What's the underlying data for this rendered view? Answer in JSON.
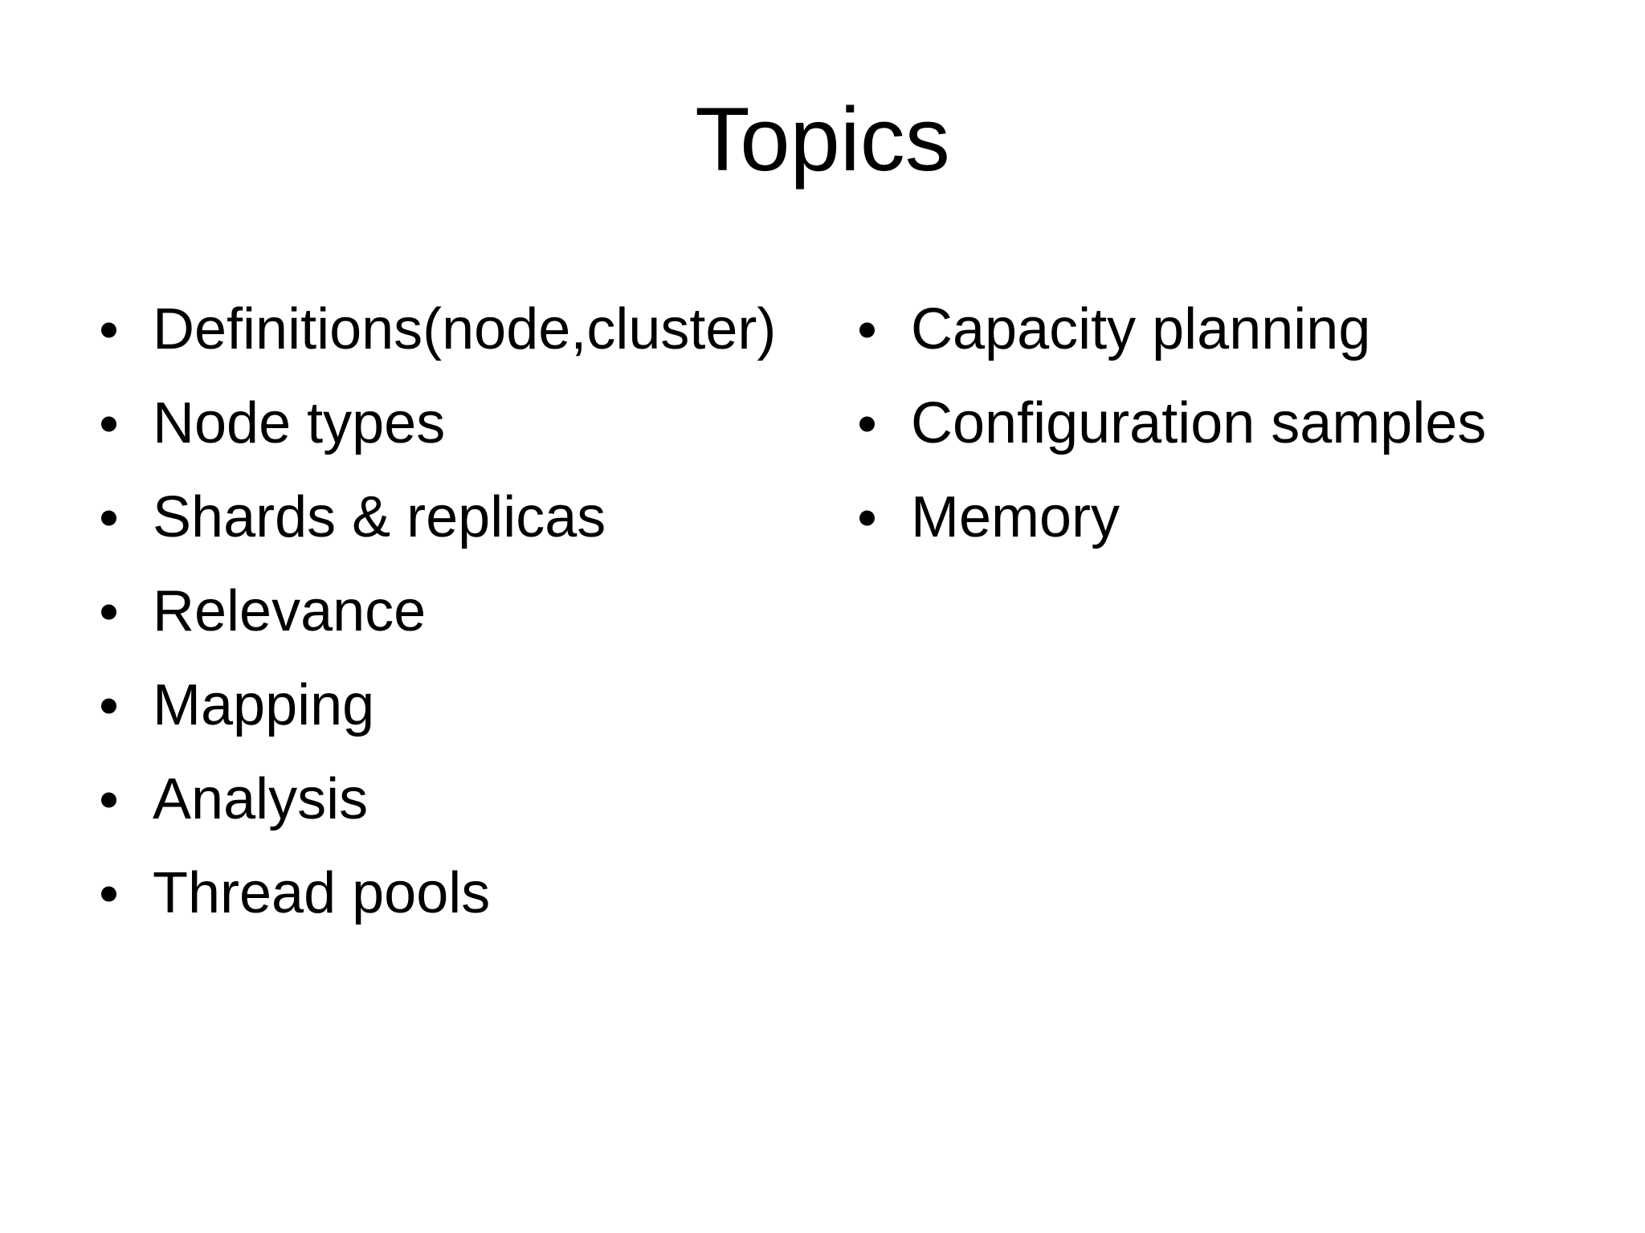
{
  "slide": {
    "title": "Topics",
    "background_color": "#ffffff",
    "text_color": "#000000",
    "bullet_glyph": "round-bullet",
    "columns": [
      {
        "name": "left-column",
        "items": [
          {
            "label": "Definitions(node,cluster)"
          },
          {
            "label": "Node types"
          },
          {
            "label": "Shards & replicas"
          },
          {
            "label": "Relevance"
          },
          {
            "label": "Mapping"
          },
          {
            "label": "Analysis"
          },
          {
            "label": "Thread pools"
          }
        ]
      },
      {
        "name": "right-column",
        "items": [
          {
            "label": "Capacity planning"
          },
          {
            "label": "Configuration samples"
          },
          {
            "label": "Memory"
          }
        ]
      }
    ]
  }
}
